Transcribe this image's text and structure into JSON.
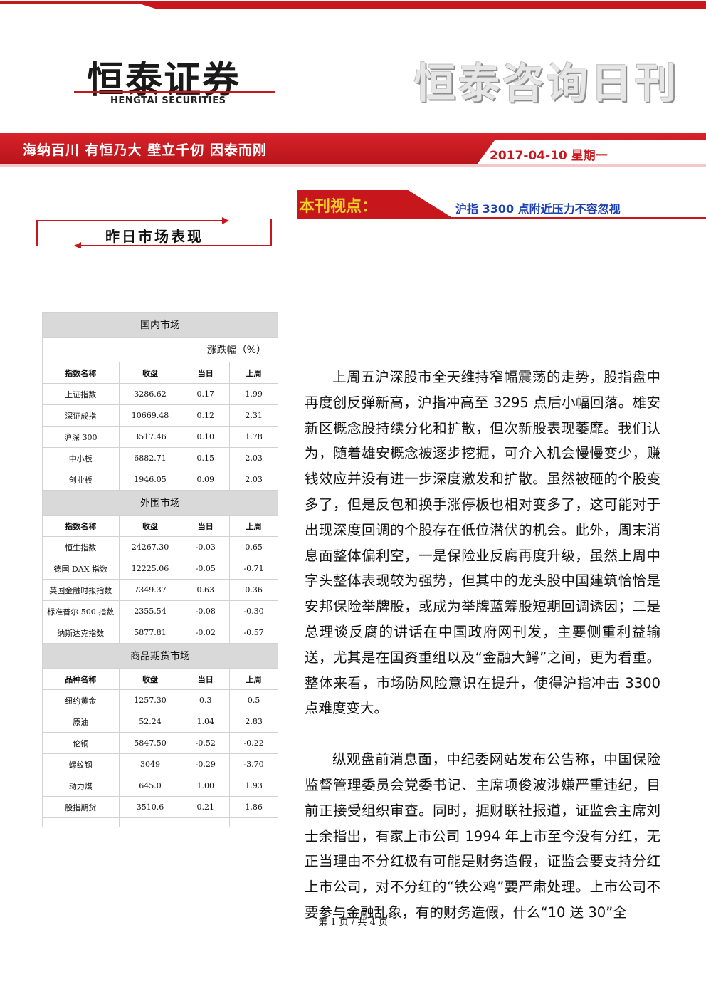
{
  "header": {
    "logo_cn": "恒泰证券",
    "logo_en": "HENGTAI SECURITIES",
    "publication": "恒泰咨询日刊",
    "slogan": "海纳百川 有恒乃大  壁立千仞 因泰而刚",
    "date": "2017-04-10  星期一",
    "accent_color": "#c8161d"
  },
  "viewpoint": {
    "label": "本刊视点：",
    "headline": "沪指 3300 点附近压力不容忽视"
  },
  "market": {
    "title": "昨日市场表现",
    "unit": "涨跌幅（%）",
    "domestic": {
      "title": "国内市场",
      "headers": [
        "指数名称",
        "收盘",
        "当日",
        "上周"
      ],
      "rows": [
        [
          "上证指数",
          "3286.62",
          "0.17",
          "1.99"
        ],
        [
          "深证成指",
          "10669.48",
          "0.12",
          "2.31"
        ],
        [
          "沪深 300",
          "3517.46",
          "0.10",
          "1.78"
        ],
        [
          "中小板",
          "6882.71",
          "0.15",
          "2.03"
        ],
        [
          "创业板",
          "1946.05",
          "0.09",
          "2.03"
        ]
      ]
    },
    "overseas": {
      "title": "外围市场",
      "headers": [
        "指数名称",
        "收盘",
        "当日",
        "上周"
      ],
      "rows": [
        [
          "恒生指数",
          "24267.30",
          "-0.03",
          "0.65"
        ],
        [
          "德国 DAX 指数",
          "12225.06",
          "-0.05",
          "-0.71"
        ],
        [
          "英国金融时报指数",
          "7349.37",
          "0.63",
          "0.36"
        ],
        [
          "标准普尔 500 指数",
          "2355.54",
          "-0.08",
          "-0.30"
        ],
        [
          "纳斯达克指数",
          "5877.81",
          "-0.02",
          "-0.57"
        ]
      ]
    },
    "futures": {
      "title": "商品期货市场",
      "headers": [
        "品种名称",
        "收盘",
        "当日",
        "上周"
      ],
      "rows": [
        [
          "纽约黄金",
          "1257.30",
          "0.3",
          "0.5"
        ],
        [
          "原油",
          "52.24",
          "1.04",
          "2.83"
        ],
        [
          "伦铜",
          "5847.50",
          "-0.52",
          "-0.22"
        ],
        [
          "螺纹钢",
          "3049",
          "-0.29",
          "-3.70"
        ],
        [
          "动力煤",
          "645.0",
          "1.00",
          "1.93"
        ],
        [
          "股指期货",
          "3510.6",
          "0.21",
          "1.86"
        ]
      ]
    }
  },
  "article": {
    "paragraphs": [
      "上周五沪深股市全天维持窄幅震荡的走势，股指盘中再度创反弹新高，沪指冲高至 3295 点后小幅回落。雄安新区概念股持续分化和扩散，但次新股表现萎靡。我们认为，随着雄安概念被逐步挖掘，可介入机会慢慢变少，赚钱效应并没有进一步深度激发和扩散。虽然被砸的个股变多了，但是反包和换手涨停板也相对变多了，这可能对于出现深度回调的个股存在低位潜伏的机会。此外，周末消息面整体偏利空，一是保险业反腐再度升级，虽然上周中字头整体表现较为强势，但其中的龙头股中国建筑恰恰是安邦保险举牌股，或成为举牌蓝筹股短期回调诱因；二是总理谈反腐的讲话在中国政府网刊发，主要侧重利益输送，尤其是在国资重组以及“金融大鳄”之间，更为看重。整体来看，市场防风险意识在提升，使得沪指冲击 3300 点难度变大。",
      "纵观盘前消息面，中纪委网站发布公告称，中国保险监督管理委员会党委书记、主席项俊波涉嫌严重违纪，目前正接受组织审查。同时，据财联社报道，证监会主席刘士余指出，有家上市公司 1994 年上市至今没有分红，无正当理由不分红极有可能是财务造假，证监会要支持分红上市公司，对不分红的“铁公鸡”要严肃处理。上市公司不要参与金融乱象，有的财务造假，什么“10 送 30”全"
    ]
  },
  "footer": {
    "page_info": "第 1 页 / 共 4 页"
  }
}
